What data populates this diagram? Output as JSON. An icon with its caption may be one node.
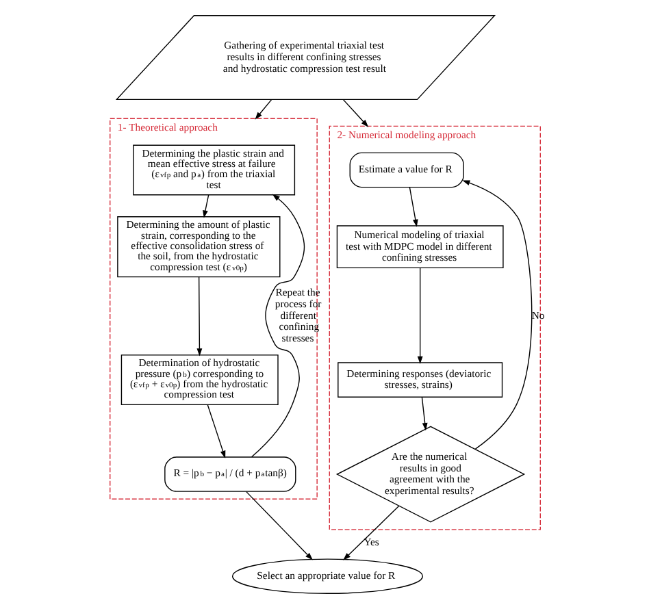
{
  "diagram": {
    "nodes": [
      {
        "text": [
          "Gathering of experimental triaxial test results in different confining stresses and hydrostatic compression test result"
        ]
      },
      {
        "text": [
          "1- Theoretical approach"
        ]
      },
      {
        "text": [
          "Determining the plastic strain and mean effective stress at failure (ε$_{vf}$$^{p}$ and p$_{a}$) from the triaxial test"
        ],
        "in": 1
      },
      {
        "text": [
          "Determining the amount of plastic strain, corresponding to the effective consolidation stress of the soil, from the hydrostatic compression test (ε$_{v0}$$^{p}$)"
        ],
        "in": 1
      },
      {
        "text": [
          "Determination of hydrostatic pressure (p$_{b}$) corresponding to (ε$_{vf}$$^{p}$ + ε$_{v0}$$^{p}$) from the hydrostatic compression test"
        ],
        "in": 1
      },
      {
        "text": [
          "R = |p$_{b}$ − p$_{a}$| / (d + p$_{a}$tanβ)"
        ],
        "in": 1
      },
      {
        "text": [
          "2- Numerical modeling approach"
        ]
      },
      {
        "text": [
          "Estimate a value for R"
        ],
        "in": 6
      },
      {
        "text": [
          "Numerical modeling of triaxial test with MDPC model in different confining stresses"
        ],
        "in": 6
      },
      {
        "text": [
          "Determining responses (deviatoric stresses, strains)"
        ],
        "in": 6
      },
      {
        "text": [
          "Are the numerical results in good agreement with the experimental results?"
        ],
        "in": 6
      },
      {
        "text": [
          "Select an appropriate value for R"
        ]
      }
    ],
    "edges": [
      {
        "from": 0,
        "to": 1,
        "arrow": "to"
      },
      {
        "from": 0,
        "to": 6,
        "arrow": "to"
      },
      {
        "from": 2,
        "to": 3,
        "arrow": "to"
      },
      {
        "from": 3,
        "to": 4,
        "arrow": "to"
      },
      {
        "from": 4,
        "to": 5,
        "arrow": "to"
      },
      {
        "from": 5,
        "to": 2,
        "arrow": "to",
        "label": "Repeat the process for different confining stresses"
      },
      {
        "from": 5,
        "to": 11,
        "arrow": "to"
      },
      {
        "from": 7,
        "to": 8,
        "arrow": "to"
      },
      {
        "from": 8,
        "to": 9,
        "arrow": "to"
      },
      {
        "from": 9,
        "to": 10,
        "arrow": "to"
      },
      {
        "from": 10,
        "to": 7,
        "arrow": "to",
        "label": "No"
      },
      {
        "from": 10,
        "to": 11,
        "arrow": "to",
        "label": "Yes"
      }
    ]
  }
}
